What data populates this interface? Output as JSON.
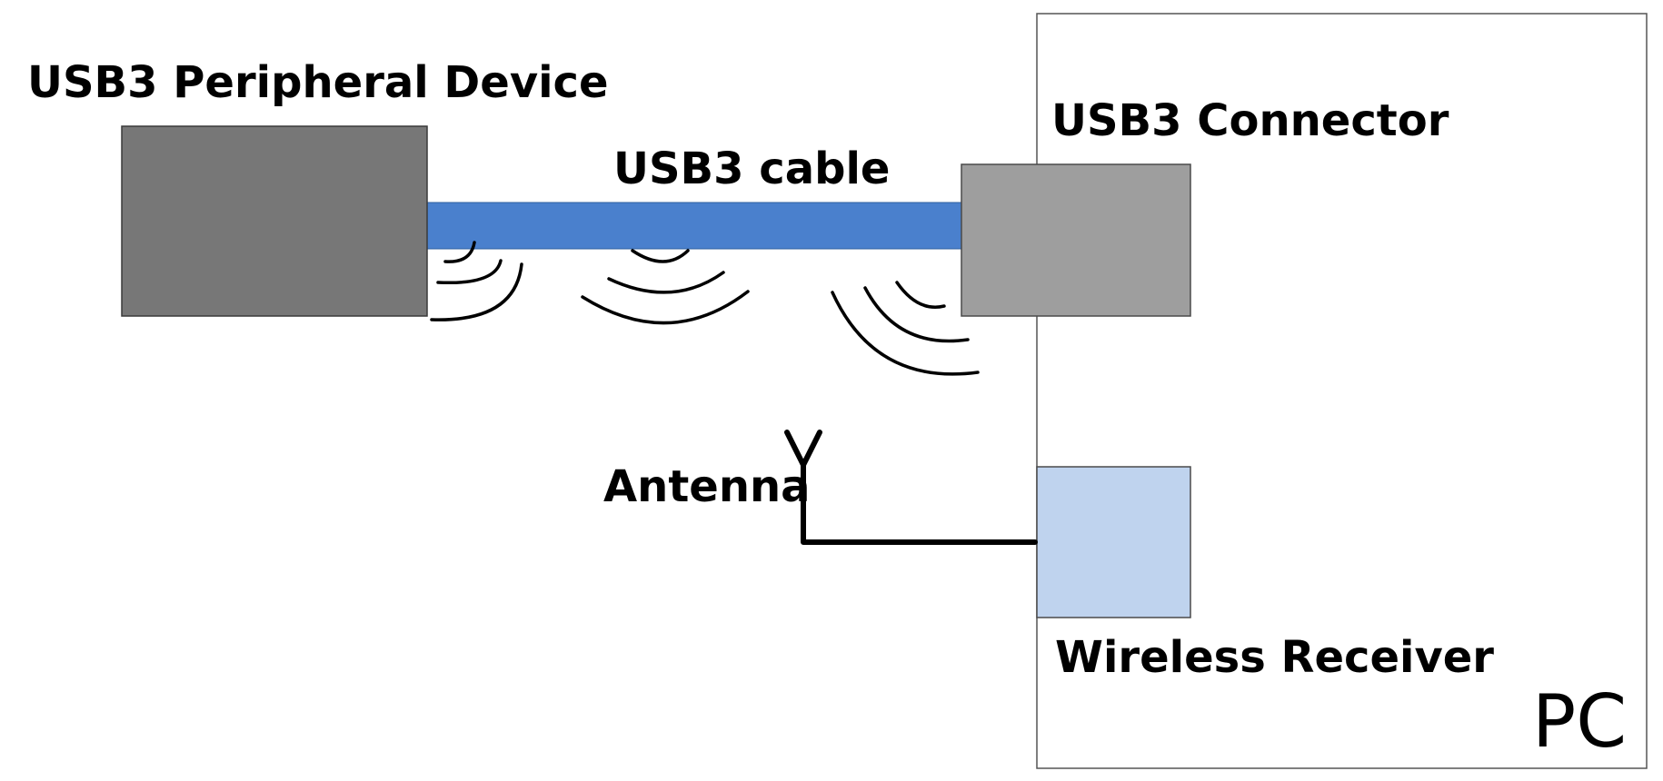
{
  "labels": {
    "peripheral": "USB3 Peripheral Device",
    "cable": "USB3 cable",
    "connector": "USB3 Connector",
    "antenna": "Antenna",
    "receiver": "Wireless Receiver",
    "pc": "PC"
  },
  "colors": {
    "peripheral_fill": "#777777",
    "cable_fill": "#4a80cd",
    "connector_fill": "#9e9e9e",
    "receiver_fill": "#bfd3ee",
    "pc_stroke": "#555555",
    "line": "#000000"
  },
  "icons": {
    "antenna": "antenna-icon",
    "emission": "rf-emission-waves"
  }
}
